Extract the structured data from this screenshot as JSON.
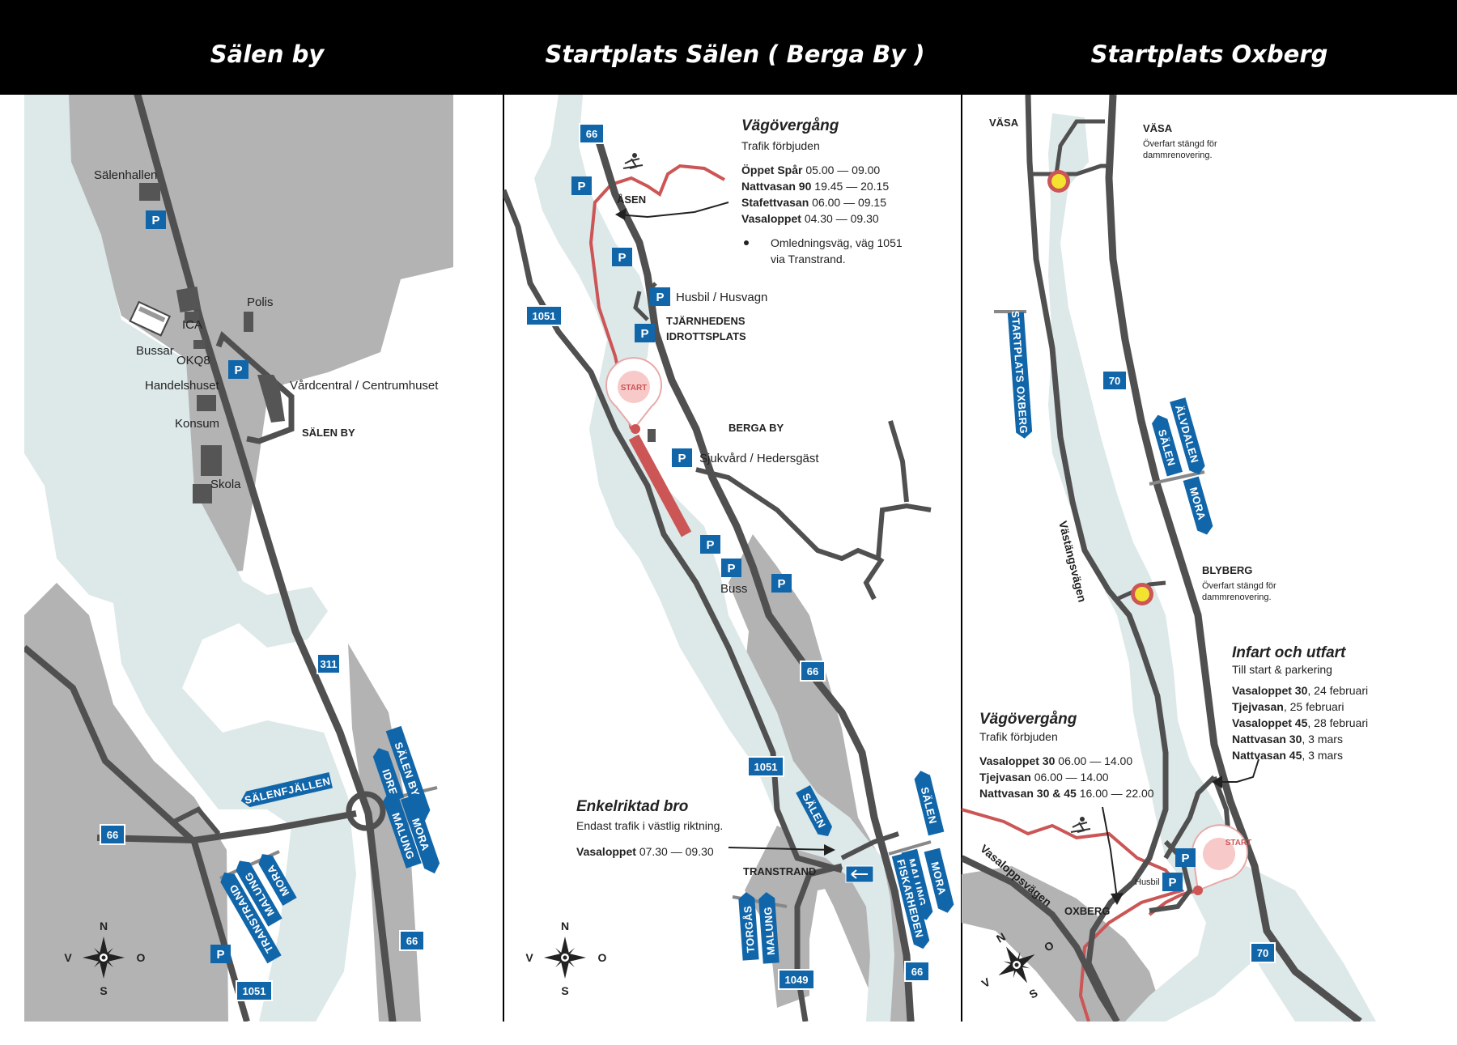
{
  "panels": {
    "salen_by": {
      "title": "Sälen by",
      "places": {
        "salenhallen": "Sälenhallen",
        "polis": "Polis",
        "ica": "ICA",
        "bussar": "Bussar",
        "okq8": "OKQ8",
        "handelshuset": "Handelshuset",
        "vardcentral": "Vårdcentral / Centrumhuset",
        "salen_by_label": "SÄLEN BY",
        "konsum": "Konsum",
        "skola": "Skola"
      },
      "road_shields": {
        "r311": "311",
        "r66_west": "66",
        "r66_south": "66",
        "r1051": "1051"
      },
      "direction_signs": {
        "salenfjallen": "SÄLENFJÄLLEN",
        "idre": "IDRE",
        "salen_by": "SÄLEN BY",
        "mora": "MORA",
        "malung": "MALUNG",
        "sw_mora": "MORA",
        "sw_malung": "MALUNG",
        "sw_transtrand": "TRANSTRAND"
      },
      "parking": "P",
      "compass": {
        "n": "N",
        "s": "S",
        "w": "V",
        "e": "O"
      }
    },
    "startplats_salen": {
      "title": "Startplats Sälen ( Berga By )",
      "crossing": {
        "title": "Vägövergång",
        "subtitle": "Trafik förbjuden",
        "rows": [
          {
            "name": "Öppet Spår",
            "time": "05.00 — 09.00"
          },
          {
            "name": "Nattvasan 90",
            "time": "19.45 — 20.15"
          },
          {
            "name": "Stafettvasan",
            "time": "06.00 — 09.15"
          },
          {
            "name": "Vasaloppet",
            "time": "04.30 — 09.30"
          }
        ],
        "bullet": "Omledningsväg, väg 1051",
        "bullet2": "via Transtrand."
      },
      "places": {
        "asen": "ÅSEN",
        "husbil": "Husbil / Husvagn",
        "tjarnhedens1": "TJÄRNHEDENS",
        "tjarnhedens2": "IDROTTSPLATS",
        "start": "START",
        "berga_by": "BERGA BY",
        "sjukvard": "Sjukvård / Hedersgäst",
        "buss": "Buss",
        "transtrand": "TRANSTRAND"
      },
      "bridge": {
        "title": "Enkelriktad bro",
        "subtitle": "Endast trafik i västlig riktning.",
        "row_name": "Vasaloppet",
        "row_time": "07.30 — 09.30"
      },
      "road_shields": {
        "r66_top": "66",
        "r1051_top": "1051",
        "r66_mid": "66",
        "r1051_mid": "1051",
        "r1049": "1049",
        "r66_bottom": "66"
      },
      "direction_signs": {
        "salen": "SÄLEN",
        "torgas": "TORGÅS",
        "malung": "MALUNG",
        "e_salen": "SÄLEN",
        "e_malung": "MALUNG",
        "e_fiskarheden": "FISKARHEDEN",
        "e_mora": "MORA"
      },
      "parking": "P",
      "compass": {
        "n": "N",
        "s": "S",
        "w": "V",
        "e": "O"
      }
    },
    "startplats_oxberg": {
      "title": "Startplats Oxberg",
      "places": {
        "vasa_left": "VÄSA",
        "vasa_right": "VÄSA",
        "vasa_note1": "Överfart stängd för",
        "vasa_note2": "dammrenovering.",
        "startplats_sign": "STARTPLATS OXBERG",
        "vastangsvagen": "Västängsvägen",
        "blyberg": "BLYBERG",
        "blyberg_note1": "Överfart stängd för",
        "blyberg_note2": "dammrenovering.",
        "vasaloppsvagen": "Vasaloppsvägen",
        "oxberg": "OXBERG",
        "husbil": "Husbil",
        "start": "START"
      },
      "infart": {
        "title": "Infart och utfart",
        "subtitle": "Till start & parkering",
        "rows": [
          {
            "name": "Vasaloppet 30",
            "date": ", 24 februari"
          },
          {
            "name": "Tjejvasan",
            "date": ", 25 februari"
          },
          {
            "name": "Vasaloppet 45",
            "date": ", 28 februari"
          },
          {
            "name": "Nattvasan 30",
            "date": ", 3 mars"
          },
          {
            "name": "Nattvasan 45",
            "date": ", 3 mars"
          }
        ]
      },
      "crossing": {
        "title": "Vägövergång",
        "subtitle": "Trafik förbjuden",
        "rows": [
          {
            "name": "Vasaloppet 30",
            "time": "06.00 — 14.00"
          },
          {
            "name": "Tjejvasan",
            "time": "06.00 — 14.00"
          },
          {
            "name": "Nattvasan 30 & 45",
            "time": "16.00 — 22.00"
          }
        ]
      },
      "road_shields": {
        "r70_top": "70",
        "r70_bottom": "70"
      },
      "direction_signs": {
        "alvdalen": "ÄLVDALEN",
        "salen": "SÄLEN",
        "mora": "MORA"
      },
      "parking": "P",
      "compass": {
        "n": "N",
        "s": "S",
        "w": "V",
        "e": "O"
      }
    }
  },
  "colors": {
    "header": "#000000",
    "land": "#b3b3b3",
    "water": "#dde8e8",
    "road": "#505050",
    "shield": "#1166aa",
    "trail": "#cc5555",
    "marker_yellow": "#f3e230"
  }
}
